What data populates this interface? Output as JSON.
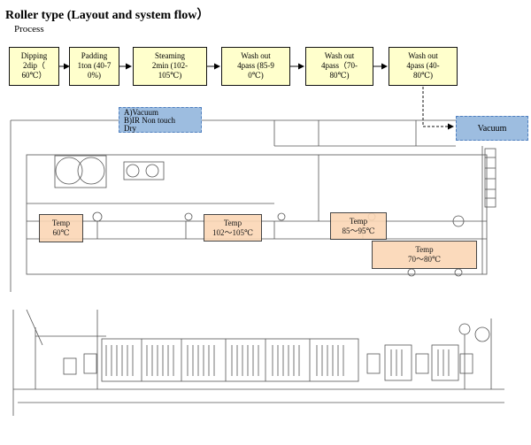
{
  "title": "Roller type (Layout and system flow）",
  "subtitle": "Process",
  "steps": [
    {
      "l1": "Dipping",
      "l2": "2dip（",
      "l3": "60℃）"
    },
    {
      "l1": "Padding",
      "l2": "1ton (40-7",
      "l3": "0%)"
    },
    {
      "l1": "Steaming",
      "l2": "2min (102-",
      "l3": "105℃)"
    },
    {
      "l1": "Wash out",
      "l2": "4pass (85-9",
      "l3": "0℃)"
    },
    {
      "l1": "Wash out",
      "l2": "4pass（70-",
      "l3": "80℃)"
    },
    {
      "l1": "Wash out",
      "l2": "4pass (40-",
      "l3": "80℃)"
    }
  ],
  "dry_options": {
    "a": "A)Vacuum",
    "b": "B)IR Non touch",
    "c": "Dry"
  },
  "vacuum_label": "Vacuum",
  "temps": [
    {
      "label": "Temp",
      "value": "60℃"
    },
    {
      "label": "Temp",
      "value": "102～105℃"
    },
    {
      "label": "Temp",
      "value": "85～95℃"
    },
    {
      "label": "Temp",
      "value": "70～80℃"
    }
  ],
  "colors": {
    "step_fill": "#ffffcc",
    "blue_fill": "#9dbde0",
    "temp_fill": "#fbd7b5"
  }
}
